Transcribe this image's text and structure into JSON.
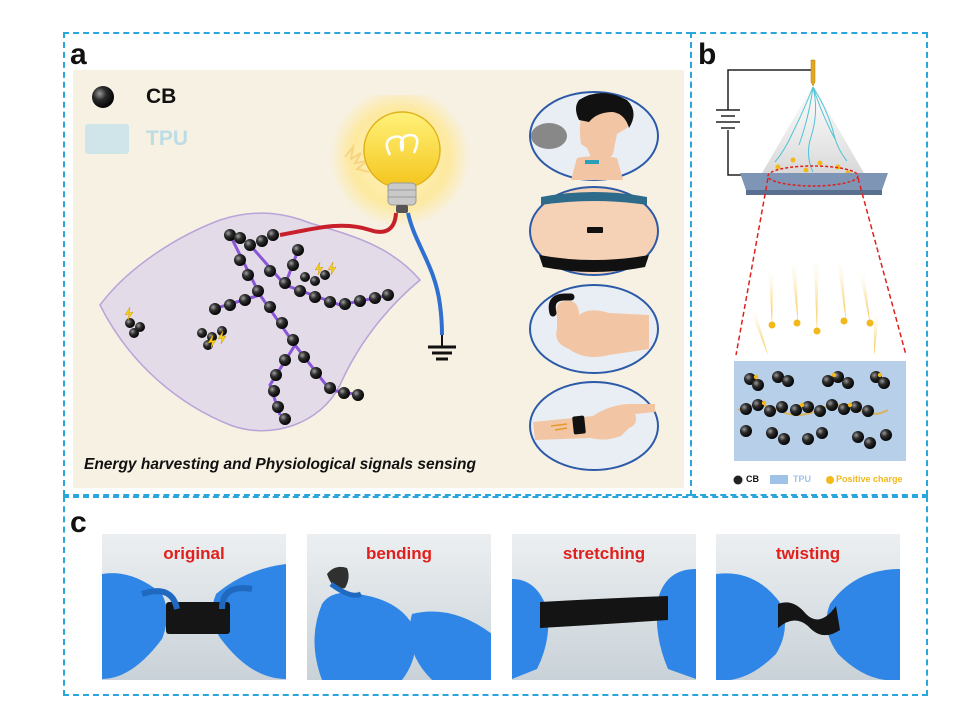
{
  "panels": {
    "a": {
      "letter": "a",
      "legend": [
        {
          "label": "CB",
          "color": "#111111"
        },
        {
          "label": "TPU",
          "color": "#b9dbe9"
        }
      ],
      "caption": "Energy harvesting and Physiological signals sensing",
      "applications": [
        "speech",
        "abdomen",
        "finger-bending",
        "wrist"
      ]
    },
    "b": {
      "letter": "b",
      "legend": [
        {
          "label": "CB",
          "color": "#111111"
        },
        {
          "label": "TPU",
          "color": "#9ec3e6"
        },
        {
          "label": "Positive charge",
          "color": "#f2b81c"
        }
      ]
    },
    "c": {
      "letter": "c",
      "photos": [
        {
          "label": "original"
        },
        {
          "label": "bending"
        },
        {
          "label": "stretching"
        },
        {
          "label": "twisting"
        }
      ]
    }
  },
  "colors": {
    "frame": "#2aa6dc",
    "photo_label": "#e0201c",
    "glove": "#2f86e6",
    "panel_a_bg": "#f7f1e3"
  }
}
